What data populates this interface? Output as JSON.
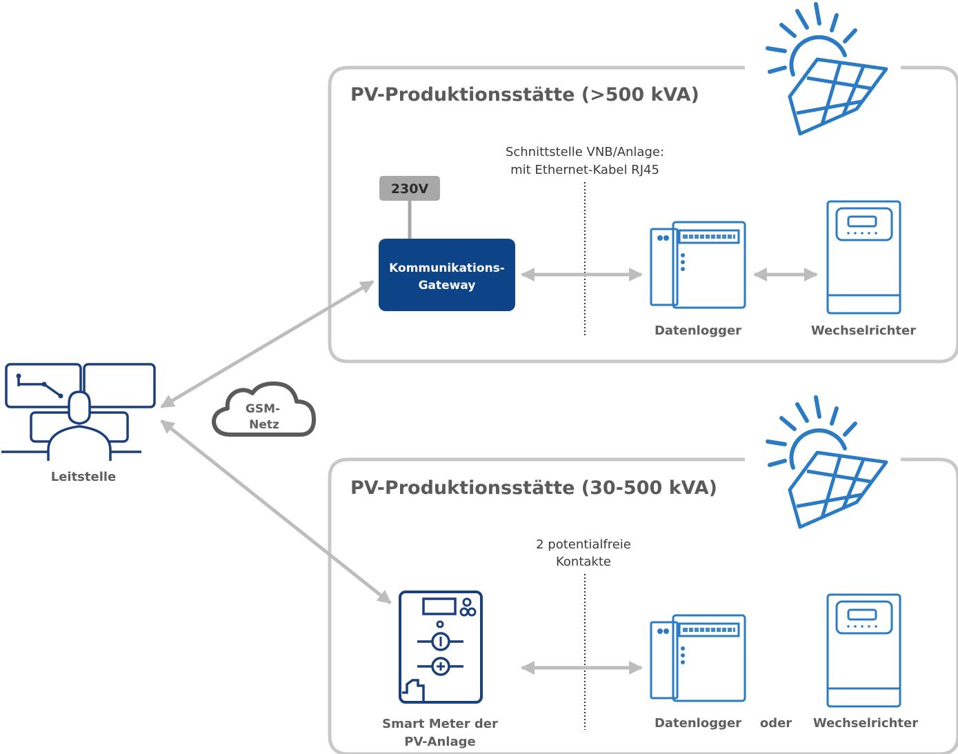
{
  "section_top": {
    "title": "PV-Produktionsstätte (>500 kVA)"
  },
  "section_bottom": {
    "title": "PV-Produktionsstätte (30-500 kVA)"
  },
  "interface_top": {
    "line1": "Schnittstelle VNB/Anlage:",
    "line2": "mit Ethernet-Kabel RJ45"
  },
  "interface_bottom": {
    "line1": "2 potentialfreie",
    "line2": "Kontakte"
  },
  "power": {
    "label": "230V"
  },
  "gateway": {
    "line1": "Kommunikations-",
    "line2": "Gateway"
  },
  "control_center": {
    "label": "Leitstelle"
  },
  "network": {
    "line1": "GSM-",
    "line2": "Netz"
  },
  "top_devices": {
    "datalogger": "Datenlogger",
    "inverter": "Wechselrichter"
  },
  "bottom_devices": {
    "smart_meter_line1": "Smart Meter der",
    "smart_meter_line2": "PV-Anlage",
    "datalogger": "Datenlogger",
    "or": "oder",
    "inverter": "Wechselrichter"
  },
  "icons": [
    "solar-panel-sun-icon",
    "datalogger-icon",
    "inverter-icon",
    "smart-meter-icon",
    "operator-workstation-icon",
    "cloud-icon"
  ],
  "colors": {
    "gateway_fill": "#0d4488",
    "icon_blue": "#2b7bc4",
    "icon_navy": "#1b3e7c",
    "frame_gray": "#c8c8c8",
    "arrow_gray": "#bdbdbd",
    "badge_gray": "#a8a8a8"
  }
}
